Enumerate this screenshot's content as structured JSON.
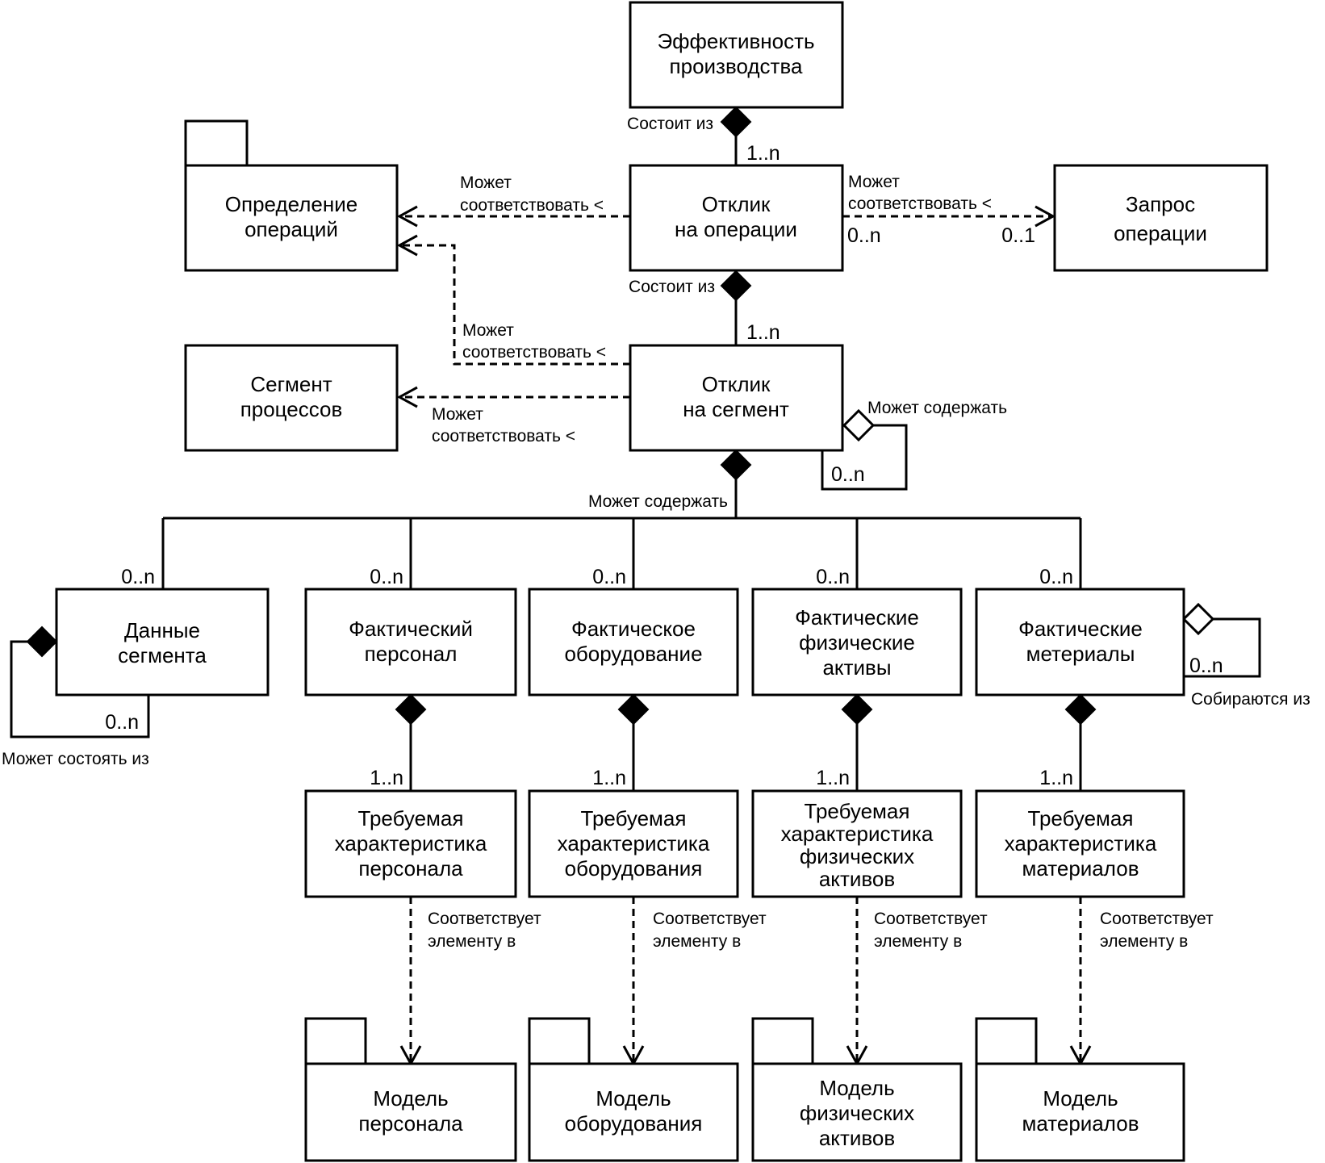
{
  "boxes": {
    "production_performance": [
      "Эффективность",
      "производства"
    ],
    "operations_definition": [
      "Определение",
      "операций"
    ],
    "operations_response": [
      "Отклик",
      "на операции"
    ],
    "operations_request": [
      "Запрос",
      "операции"
    ],
    "process_segment": [
      "Сегмент",
      "процессов"
    ],
    "segment_response": [
      "Отклик",
      "на сегмент"
    ],
    "segment_data": [
      "Данные",
      "сегмента"
    ],
    "actual_personnel": [
      "Фактический",
      "персонал"
    ],
    "actual_equipment": [
      "Фактическое",
      "оборудование"
    ],
    "actual_physical_assets": [
      "Фактические",
      "физические",
      "активы"
    ],
    "actual_materials": [
      "Фактические",
      "метериалы"
    ],
    "personnel_requirement": [
      "Требуемая",
      "характеристика",
      "персонала"
    ],
    "equipment_requirement": [
      "Требуемая",
      "характеристика",
      "оборудования"
    ],
    "physical_asset_requirement": [
      "Требуемая",
      "характеристика",
      "физических",
      "активов"
    ],
    "material_requirement": [
      "Требуемая",
      "характеристика",
      "материалов"
    ],
    "personnel_model": [
      "Модель",
      "персонала"
    ],
    "equipment_model": [
      "Модель",
      "оборудования"
    ],
    "physical_asset_model": [
      "Модель",
      "физических",
      "активов"
    ],
    "material_model": [
      "Модель",
      "материалов"
    ]
  },
  "labels": {
    "consists_of_top": "Состоит из",
    "consists_of_mid": "Состоит из",
    "may_correspond_1": [
      "Может",
      "соответствовать <"
    ],
    "may_correspond_2": [
      "Может",
      "соответствовать <"
    ],
    "may_correspond_3": [
      "Может",
      "соответствовать <"
    ],
    "may_correspond_4": [
      "Может",
      "соответствовать <"
    ],
    "may_contain_self": "Может содержать",
    "may_contain_children": "Может содержать",
    "may_consist_of": "Может состоять из",
    "assembled_from": "Собираются из",
    "corresponds_personnel": [
      "Соответствует",
      "элементу в"
    ],
    "corresponds_equipment": [
      "Соответствует",
      "элементу в"
    ],
    "corresponds_assets": [
      "Соответствует",
      "элементу в"
    ],
    "corresponds_materials": [
      "Соответствует",
      "элементу в"
    ]
  },
  "multiplicities": {
    "perf_resp": "1..n",
    "resp_seg": "1..n",
    "resp_req_left": "0..n",
    "resp_req_right": "0..1",
    "seg_self": "0..n",
    "to_segment_data": "0..n",
    "to_personnel": "0..n",
    "to_equipment": "0..n",
    "to_assets": "0..n",
    "to_materials": "0..n",
    "segment_data_self": "0..n",
    "materials_self": "0..n",
    "personnel_req": "1..n",
    "equipment_req": "1..n",
    "assets_req": "1..n",
    "materials_req": "1..n"
  }
}
